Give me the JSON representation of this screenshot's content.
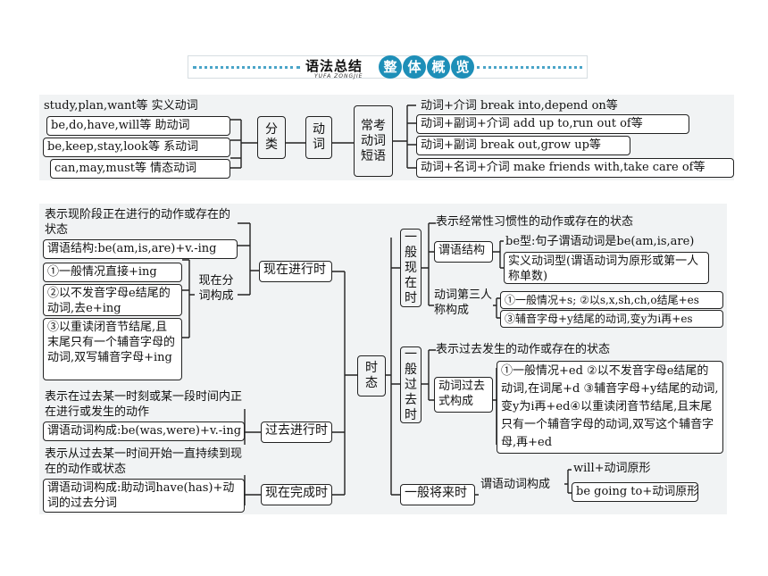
{
  "banner": {
    "title": "语法总结",
    "subtitle": "YUFA ZONGJIE",
    "badge": [
      "整",
      "体",
      "概",
      "览"
    ]
  },
  "verbs": {
    "left": [
      "study,plan,want等  实义动词",
      "be,do,have,will等  助动词",
      "be,keep,stay,look等  系动词",
      "can,may,must等  情态动词"
    ],
    "classify": "分类",
    "verb": "动词",
    "phrases": "常考动词短语",
    "right": [
      "动词+介词   break into,depend on等",
      "动词+副词+介词   add up to,run out of等",
      "动词+副词   break out,grow up等",
      "动词+名词+介词   make friends with,take care of等"
    ]
  },
  "tense": {
    "center": "时态",
    "progressive": {
      "label": "现在进行时",
      "def": "表示现阶段正在进行的动作或存在的状态",
      "structure": "谓语结构:be(am,is,are)+v.-ing",
      "participle": "现在分词构成",
      "rules": [
        "①一般情况直接+ing",
        "②以不发音字母e结尾的动词,去e+ing",
        "③以重读闭音节结尾,且末尾只有一个辅音字母的动词,双写辅音字母+ing"
      ]
    },
    "past_progressive": {
      "label": "过去进行时",
      "def": "表示在过去某一时刻或某一段时间内正在进行或发生的动作",
      "structure": "谓语动词构成:be(was,were)+v.-ing"
    },
    "perfect": {
      "label": "现在完成时",
      "def": "表示从过去某一时间开始一直持续到现在的动作或状态",
      "structure": "谓语动词构成:助动词have(has)+动词的过去分词"
    },
    "simple_present": {
      "label": "一般现在时",
      "def": "表示经常性习惯性的动作或存在的状态",
      "structure": "谓语结构",
      "be_type": "be型:句子谓语动词是be(am,is,are)",
      "action_type": "实义动词型(谓语动词为原形或第一人称单数)",
      "third_person": "动词第三人称构成",
      "third_rules": [
        "①一般情况+s; ②以s,x,sh,ch,o结尾+es",
        "③辅音字母+y结尾的动词,变y为i再+es"
      ]
    },
    "simple_past": {
      "label": "一般过去时",
      "def": "表示过去发生的动作或存在的状态",
      "structure": "动词过去式构成",
      "rules": "①一般情况+ed ②以不发音字母e结尾的动词,在词尾+d ③辅音字母+y结尾的动词,变y为i再+ed④以重读闭音节结尾,且末尾只有一个辅音字母的动词,双写这个辅音字母,再+ed"
    },
    "simple_future": {
      "label": "一般将来时",
      "structure": "谓语动词构成",
      "forms": [
        "will+动词原形",
        "be going to+动词原形"
      ]
    }
  }
}
